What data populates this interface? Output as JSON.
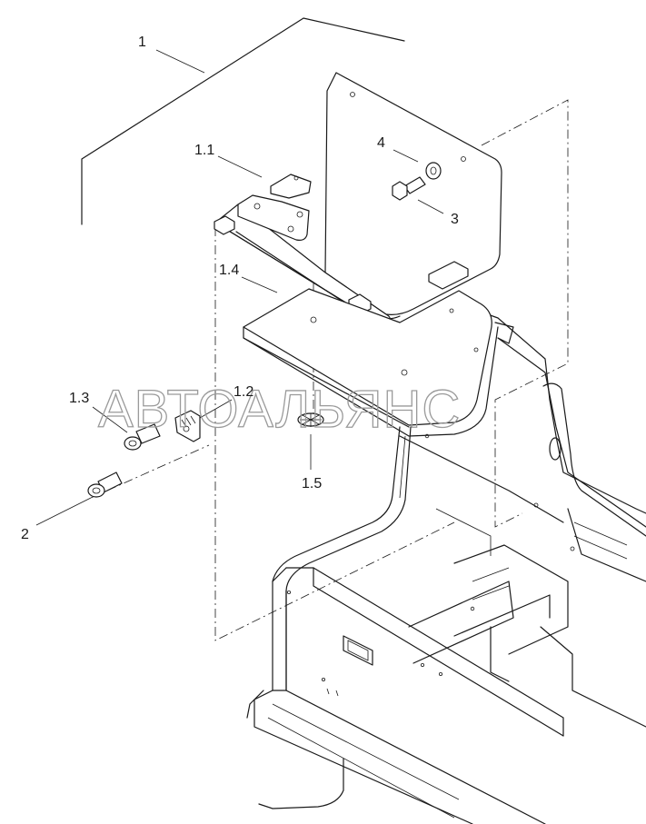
{
  "callouts": {
    "c1": "1",
    "c1_1": "1.1",
    "c1_2": "1.2",
    "c1_3": "1.3",
    "c1_4": "1.4",
    "c1_5": "1.5",
    "c2": "2",
    "c3": "3",
    "c4": "4"
  },
  "watermark": "АВТОАЛЬЯНС"
}
